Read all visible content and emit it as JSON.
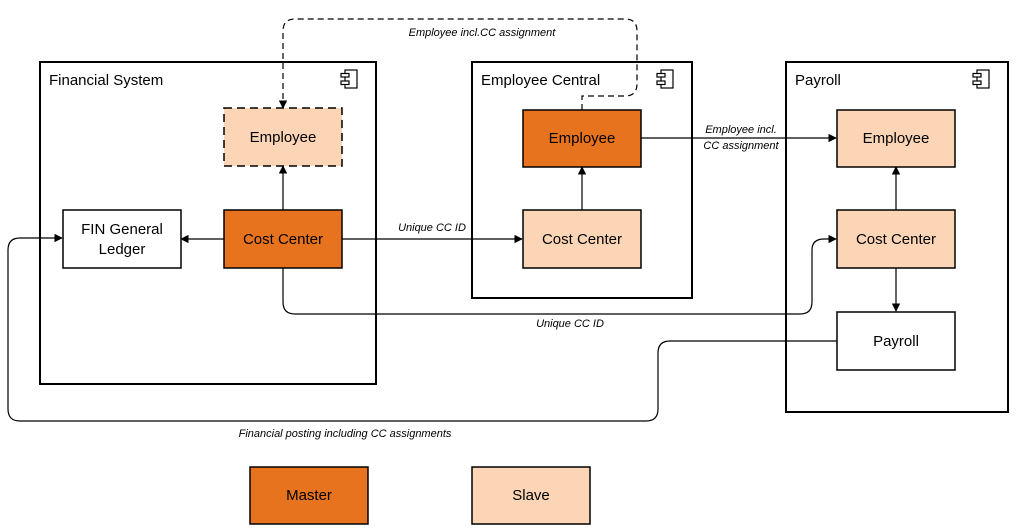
{
  "colors": {
    "master": "#e8731f",
    "slave": "#fbd5b5",
    "plain": "#ffffff",
    "border": "#000000"
  },
  "systems": {
    "financial": "Financial System",
    "employee_central": "Employee Central",
    "payroll": "Payroll"
  },
  "boxes": {
    "fin_employee": "Employee",
    "fin_general_ledger_line1": "FIN General",
    "fin_general_ledger_line2": "Ledger",
    "fin_cost_center": "Cost Center",
    "ec_employee": "Employee",
    "ec_cost_center": "Cost Center",
    "pay_employee": "Employee",
    "pay_cost_center": "Cost Center",
    "pay_payroll": "Payroll"
  },
  "edges": {
    "ec_to_fin_employee": "Employee incl.CC assignment",
    "ec_to_pay_employee_line1": "Employee incl.",
    "ec_to_pay_employee_line2": "CC assignment",
    "fin_cc_to_ec_cc": "Unique CC ID",
    "fin_cc_to_pay_cc": "Unique CC ID",
    "payroll_to_gl": "Financial posting including CC assignments"
  },
  "legend": {
    "master": "Master",
    "slave": "Slave"
  },
  "icons": [
    "component-icon"
  ]
}
